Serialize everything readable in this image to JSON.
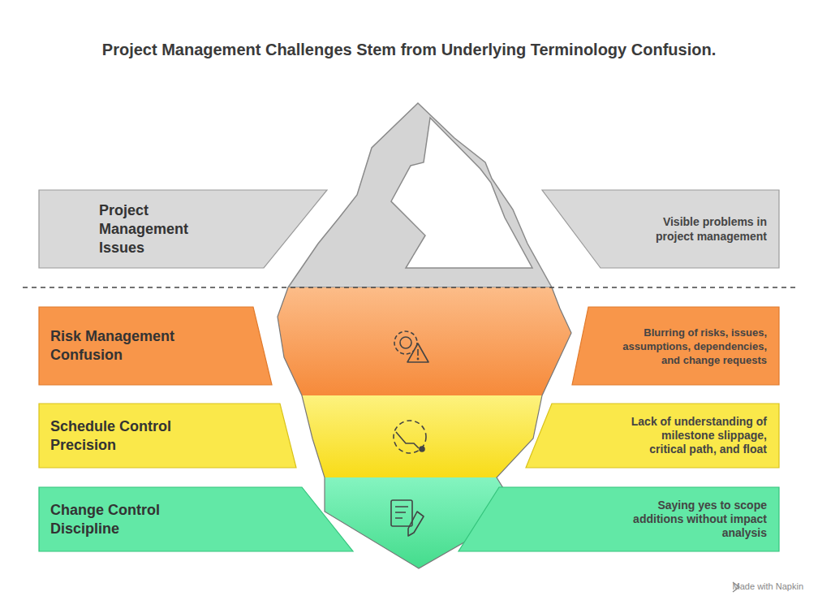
{
  "diagram": {
    "title": "Project Management Challenges Stem from Underlying Terminology Confusion.",
    "nodes": [
      {
        "text": [
          "Project Management Issues"
        ]
      },
      {
        "text": [
          "Visible problems in project management"
        ]
      },
      {
        "text": [
          "Risk Management Confusion"
        ]
      },
      {
        "text": [
          "Blurring of risks, issues, assumptions, dependencies, and change requests"
        ]
      },
      {
        "text": [
          "Schedule Control Precision"
        ]
      },
      {
        "text": [
          "Lack of understanding of milestone slippage, critical path, and float"
        ]
      },
      {
        "text": [
          "Change Control Discipline"
        ]
      },
      {
        "text": [
          "Saying yes to scope additions without impact analysis"
        ]
      }
    ],
    "labels": [
      "Made with Napkin"
    ]
  }
}
